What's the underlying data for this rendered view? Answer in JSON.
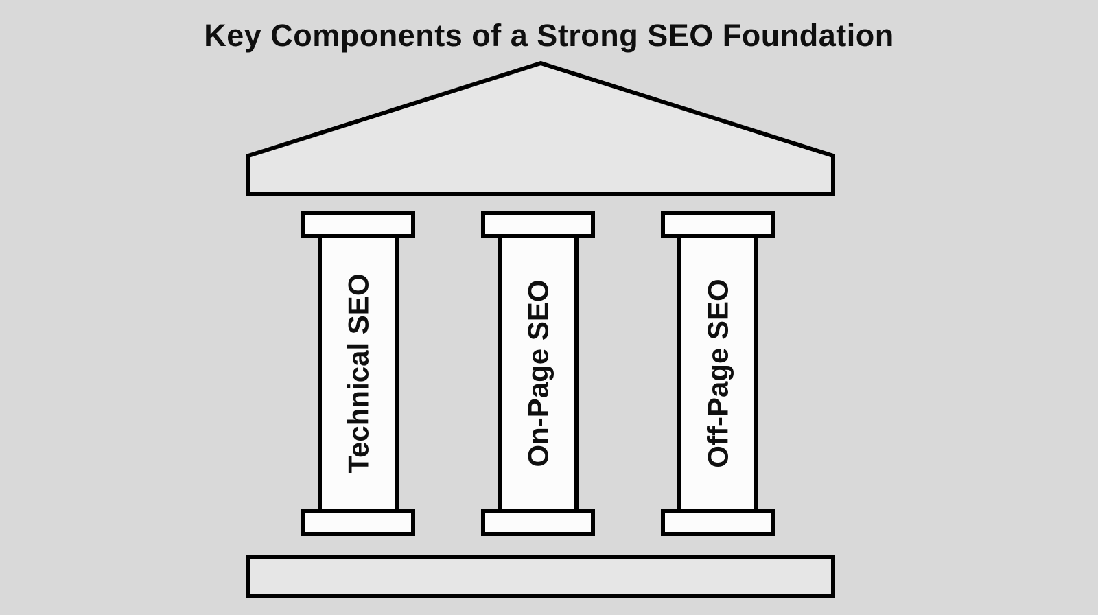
{
  "title": "Key Components of a Strong SEO Foundation",
  "temple": {
    "type": "pillar-diagram",
    "pediment_label": "",
    "pillars": [
      {
        "label": "Technical SEO"
      },
      {
        "label": "On-Page SEO"
      },
      {
        "label": "Off-Page SEO"
      }
    ],
    "base_label": ""
  },
  "colors": {
    "background": "#d9d9d9",
    "roof_fill": "#e6e6e6",
    "base_fill": "#e6e6e6",
    "pillar_fill": "#fcfcfc",
    "outline": "#000000",
    "text": "#0f0f0f"
  }
}
